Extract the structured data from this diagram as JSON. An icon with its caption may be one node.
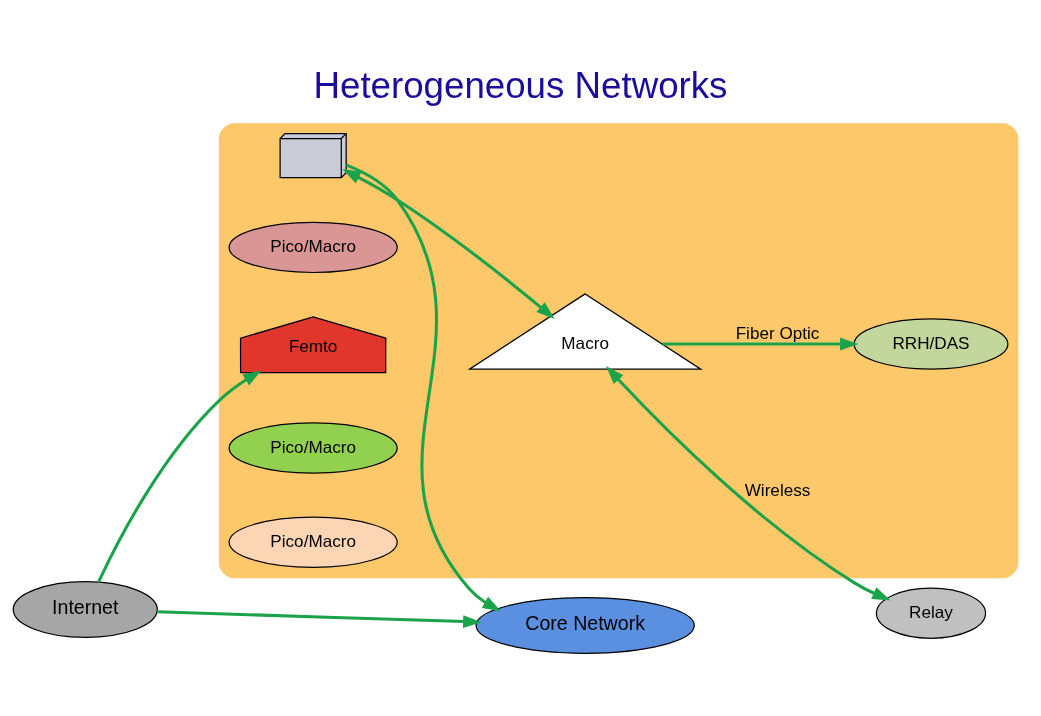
{
  "diagram": {
    "title": "Heterogeneous Networks",
    "nodes": [
      {
        "text": [
          "Core Network"
        ]
      },
      {
        "text": [
          "Internet"
        ]
      },
      {
        "text": [],
        "shape": "ellipse"
      },
      {
        "text": [],
        "shape": "picture",
        "in": 2
      },
      {
        "text": [
          "Macro"
        ],
        "in": 2
      },
      {
        "text": [
          "Pico/Macro"
        ],
        "in": 2
      },
      {
        "text": [
          "RRH/DAS"
        ],
        "in": 2
      },
      {
        "text": [
          "Relay"
        ]
      },
      {
        "text": [
          "Femto"
        ],
        "in": 2
      },
      {
        "text": [
          "Pico/Macro"
        ],
        "in": 2
      },
      {
        "text": [
          "Pico/Macro"
        ],
        "in": 2
      }
    ],
    "edges": [
      {
        "from": 1,
        "to": 0,
        "arrow": "to"
      },
      {
        "from": 3,
        "to": 0,
        "arrow": "to"
      },
      {
        "from": 3,
        "to": 4,
        "arrow": "both"
      },
      {
        "from": 4,
        "to": 6,
        "arrow": "to",
        "label": "Fiber Optic"
      },
      {
        "from": 4,
        "to": 7,
        "arrow": "both",
        "label": "Wireless"
      },
      {
        "from": 1,
        "to": 8,
        "arrow": "to"
      }
    ]
  }
}
